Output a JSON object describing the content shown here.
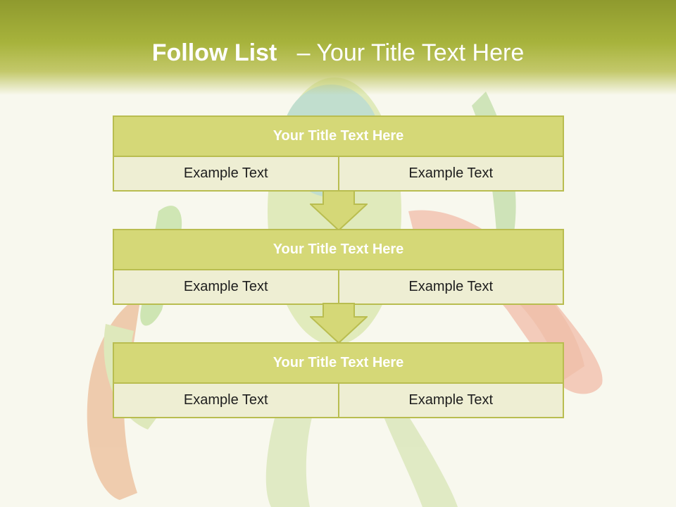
{
  "title": {
    "main": "Follow List",
    "separator": "–",
    "rest": "Your Title Text Here"
  },
  "steps": [
    {
      "title": "Your Title Text Here",
      "left": "Example Text",
      "right": "Example Text"
    },
    {
      "title": "Your Title Text Here",
      "left": "Example Text",
      "right": "Example Text"
    },
    {
      "title": "Your Title Text Here",
      "left": "Example Text",
      "right": "Example Text"
    }
  ],
  "colors": {
    "header": "#9ea636",
    "block_title": "#d5d877",
    "block_body": "#eeeed3",
    "border": "#b9bd50",
    "arrow": "#d5d877"
  }
}
